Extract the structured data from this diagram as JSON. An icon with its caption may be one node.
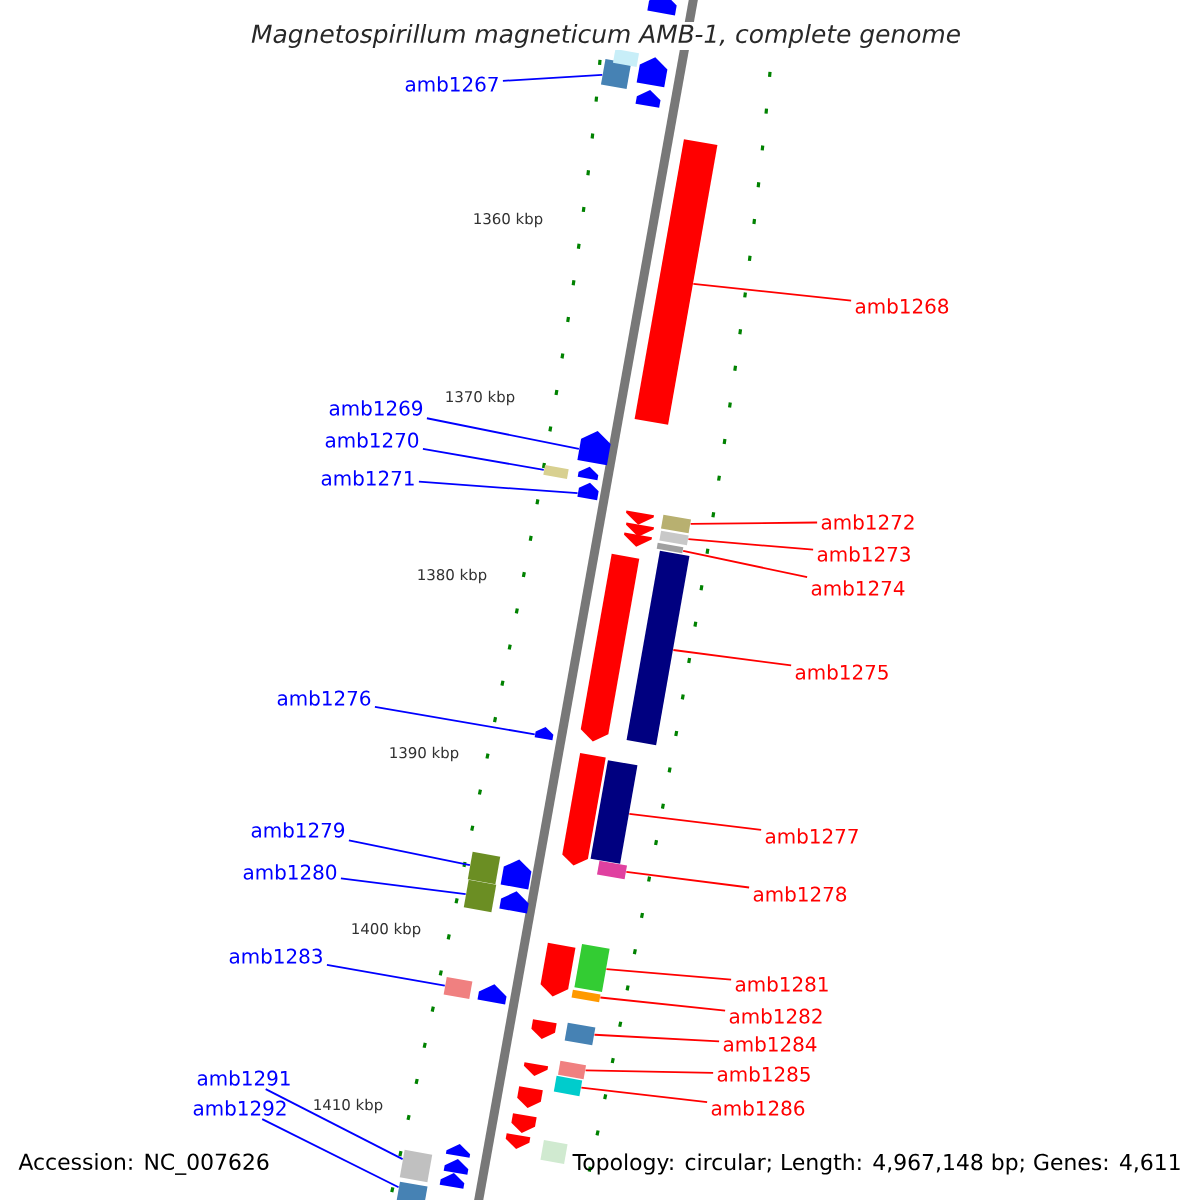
{
  "diagram": {
    "title": "Magnetospirillum magneticum AMB-1, complete genome",
    "nodes": [
      {
        "text": [
          "amb1267"
        ]
      },
      {
        "text": [],
        "shape": "box"
      },
      {
        "text": [
          "amb1268"
        ]
      },
      {
        "text": [],
        "shape": "bar"
      },
      {
        "text": [
          "amb1269"
        ]
      },
      {
        "text": [],
        "shape": "pentagon"
      },
      {
        "text": [
          "amb1270"
        ]
      },
      {
        "text": [],
        "shape": "box"
      },
      {
        "text": [
          "amb1271"
        ]
      },
      {
        "text": [],
        "shape": "pentagon"
      },
      {
        "text": [
          "amb1272"
        ]
      },
      {
        "text": [],
        "shape": "box"
      },
      {
        "text": [
          "amb1273"
        ]
      },
      {
        "text": [],
        "shape": "box"
      },
      {
        "text": [
          "amb1274"
        ]
      },
      {
        "text": [],
        "shape": "box"
      },
      {
        "text": [
          "amb1275"
        ]
      },
      {
        "text": [],
        "shape": "bar"
      },
      {
        "text": [
          "amb1276"
        ]
      },
      {
        "text": [],
        "shape": "pentagon"
      },
      {
        "text": [
          "amb1277"
        ]
      },
      {
        "text": [],
        "shape": "bar"
      },
      {
        "text": [
          "amb1278"
        ]
      },
      {
        "text": [],
        "shape": "box"
      },
      {
        "text": [
          "amb1279"
        ]
      },
      {
        "text": [],
        "shape": "box"
      },
      {
        "text": [
          "amb1280"
        ]
      },
      {
        "text": [],
        "shape": "box"
      },
      {
        "text": [
          "amb1281"
        ]
      },
      {
        "text": [],
        "shape": "box"
      },
      {
        "text": [
          "amb1282"
        ]
      },
      {
        "text": [],
        "shape": "box"
      },
      {
        "text": [
          "amb1283"
        ]
      },
      {
        "text": [],
        "shape": "box"
      },
      {
        "text": [
          "amb1284"
        ]
      },
      {
        "text": [],
        "shape": "box"
      },
      {
        "text": [
          "amb1285"
        ]
      },
      {
        "text": [],
        "shape": "box"
      },
      {
        "text": [
          "amb1286"
        ]
      },
      {
        "text": [],
        "shape": "box"
      },
      {
        "text": [
          "amb1291"
        ]
      },
      {
        "text": [],
        "shape": "box"
      },
      {
        "text": [
          "amb1292"
        ]
      },
      {
        "text": [],
        "shape": "box"
      },
      {
        "text": [],
        "shape": "pentagon"
      },
      {
        "text": [],
        "shape": "pentagon"
      },
      {
        "text": [],
        "shape": "pentagon"
      },
      {
        "text": [],
        "shape": "box"
      },
      {
        "text": [],
        "shape": "pentagon"
      },
      {
        "text": [],
        "shape": "pentagon"
      },
      {
        "text": [],
        "shape": "pentagon"
      },
      {
        "text": [],
        "shape": "pentagon"
      },
      {
        "text": [],
        "shape": "pentagon"
      },
      {
        "text": [],
        "shape": "pentagon"
      },
      {
        "text": [],
        "shape": "pentagon"
      },
      {
        "text": [],
        "shape": "pentagon"
      },
      {
        "text": [],
        "shape": "pentagon"
      },
      {
        "text": [],
        "shape": "pentagon"
      },
      {
        "text": [],
        "shape": "pentagon"
      },
      {
        "text": [],
        "shape": "pentagon"
      },
      {
        "text": [],
        "shape": "pentagon"
      },
      {
        "text": [],
        "shape": "pentagon"
      },
      {
        "text": [],
        "shape": "pentagon"
      },
      {
        "text": [],
        "shape": "box"
      },
      {
        "text": [],
        "shape": "pentagon"
      },
      {
        "text": [],
        "shape": "pentagon"
      },
      {
        "text": [],
        "shape": "pentagon"
      }
    ],
    "edges": [
      {
        "from": 0,
        "to": 1,
        "arrow": "none",
        "color": "#0000ff"
      },
      {
        "from": 2,
        "to": 3,
        "arrow": "none",
        "color": "#ff0000"
      },
      {
        "from": 4,
        "to": 5,
        "arrow": "none",
        "color": "#0000ff"
      },
      {
        "from": 6,
        "to": 7,
        "arrow": "none",
        "color": "#0000ff"
      },
      {
        "from": 8,
        "to": 9,
        "arrow": "none",
        "color": "#0000ff"
      },
      {
        "from": 10,
        "to": 11,
        "arrow": "none",
        "color": "#ff0000"
      },
      {
        "from": 12,
        "to": 13,
        "arrow": "none",
        "color": "#ff0000"
      },
      {
        "from": 14,
        "to": 15,
        "arrow": "none",
        "color": "#ff0000"
      },
      {
        "from": 16,
        "to": 17,
        "arrow": "none",
        "color": "#ff0000"
      },
      {
        "from": 18,
        "to": 19,
        "arrow": "none",
        "color": "#0000ff"
      },
      {
        "from": 20,
        "to": 21,
        "arrow": "none",
        "color": "#ff0000"
      },
      {
        "from": 22,
        "to": 23,
        "arrow": "none",
        "color": "#ff0000"
      },
      {
        "from": 24,
        "to": 25,
        "arrow": "none",
        "color": "#0000ff"
      },
      {
        "from": 26,
        "to": 27,
        "arrow": "none",
        "color": "#0000ff"
      },
      {
        "from": 28,
        "to": 29,
        "arrow": "none",
        "color": "#ff0000"
      },
      {
        "from": 30,
        "to": 31,
        "arrow": "none",
        "color": "#ff0000"
      },
      {
        "from": 32,
        "to": 33,
        "arrow": "none",
        "color": "#0000ff"
      },
      {
        "from": 34,
        "to": 35,
        "arrow": "none",
        "color": "#ff0000"
      },
      {
        "from": 36,
        "to": 37,
        "arrow": "none",
        "color": "#ff0000"
      },
      {
        "from": 38,
        "to": 39,
        "arrow": "none",
        "color": "#ff0000"
      },
      {
        "from": 40,
        "to": 41,
        "arrow": "none",
        "color": "#0000ff"
      },
      {
        "from": 42,
        "to": 43,
        "arrow": "none",
        "color": "#0000ff"
      }
    ],
    "labels": [
      "1360 kbp",
      "1370 kbp",
      "1380 kbp",
      "1390 kbp",
      "1400 kbp",
      "1410 kbp",
      "Accession: NC_007626",
      "Topology: circular; Length: 4,967,148 bp; Genes: 4,611"
    ]
  }
}
